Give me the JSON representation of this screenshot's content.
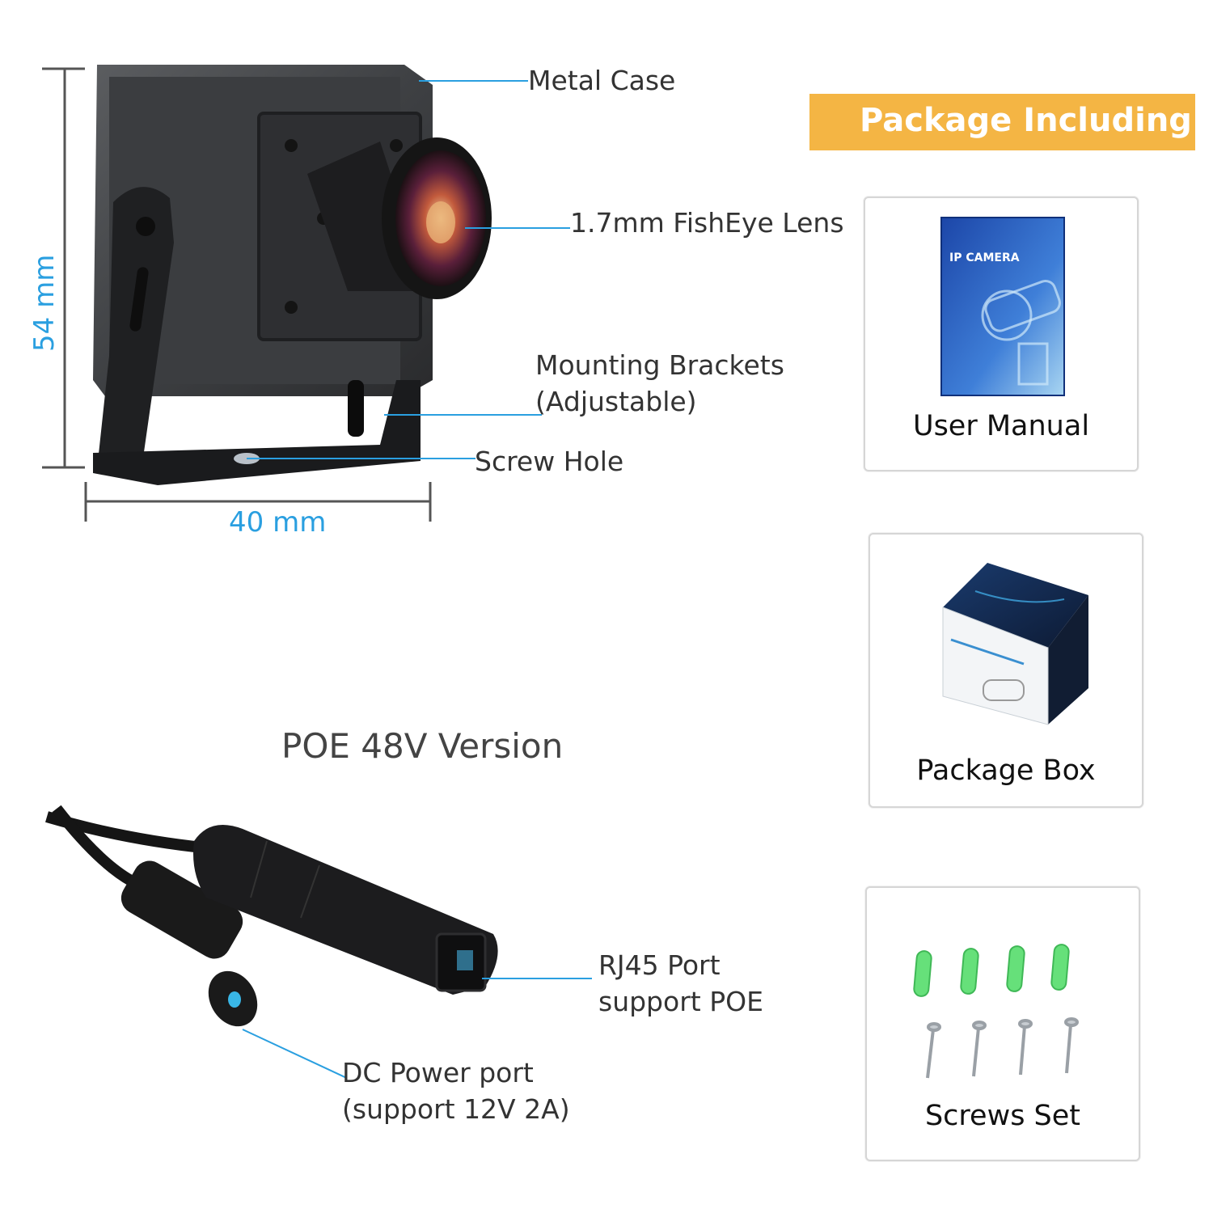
{
  "camera": {
    "labels": {
      "metal_case": "Metal Case",
      "lens": "1.7mm FishEye Lens",
      "brackets_line1": "Mounting Brackets",
      "brackets_line2": "(Adjustable)",
      "screw_hole": "Screw Hole"
    },
    "dimensions": {
      "height": "54 mm",
      "width": "40 mm"
    }
  },
  "poe": {
    "title": "POE 48V Version",
    "rj45_line1": "RJ45 Port",
    "rj45_line2": "support POE",
    "dc_line1": "DC Power port",
    "dc_line2": "(support 12V 2A)"
  },
  "package": {
    "heading": "Package Including:",
    "items": [
      {
        "label": "User Manual",
        "icon": "manual-icon"
      },
      {
        "label": "Package Box",
        "icon": "box-icon"
      },
      {
        "label": "Screws Set",
        "icon": "screws-icon"
      }
    ],
    "manual_cover_title": "IP CAMERA"
  },
  "colors": {
    "accent_blue": "#2a9fe0",
    "banner_orange": "#f4b544",
    "anchor_green": "#66e07a"
  }
}
